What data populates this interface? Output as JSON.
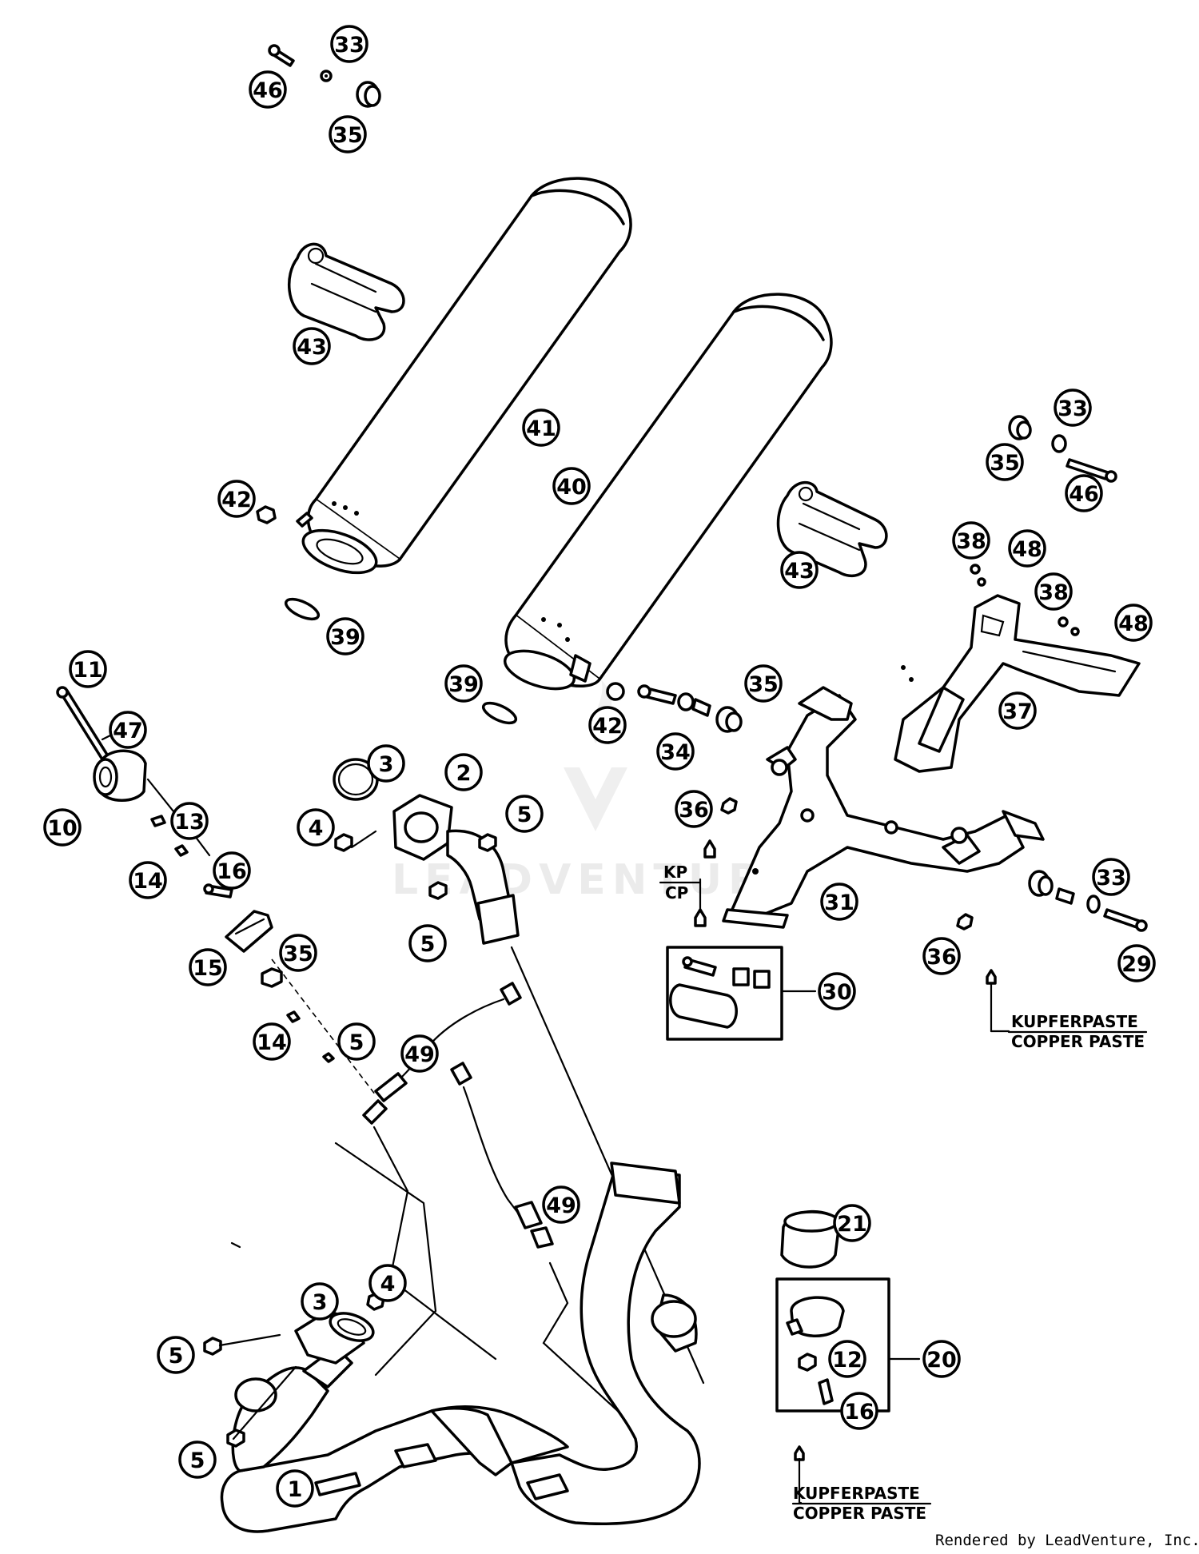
{
  "notes": {
    "kp": "KP",
    "cp": "CP",
    "kupferpaste": "KUPFERPASTE",
    "copper_paste": "COPPER PASTE"
  },
  "watermark": "LEADVENTURE",
  "credit": "Rendered by LeadVenture, Inc.",
  "callouts": [
    {
      "id": "c-33-top",
      "num": "33"
    },
    {
      "id": "c-46-top",
      "num": "46"
    },
    {
      "id": "c-35-top",
      "num": "35"
    },
    {
      "id": "c-43-left",
      "num": "43"
    },
    {
      "id": "c-41",
      "num": "41"
    },
    {
      "id": "c-40",
      "num": "40"
    },
    {
      "id": "c-42-left",
      "num": "42"
    },
    {
      "id": "c-39-left",
      "num": "39"
    },
    {
      "id": "c-33-right",
      "num": "33"
    },
    {
      "id": "c-35-right",
      "num": "35"
    },
    {
      "id": "c-46-right",
      "num": "46"
    },
    {
      "id": "c-43-right",
      "num": "43"
    },
    {
      "id": "c-38-upper",
      "num": "38"
    },
    {
      "id": "c-48-upper",
      "num": "48"
    },
    {
      "id": "c-38-lower",
      "num": "38"
    },
    {
      "id": "c-48-lower",
      "num": "48"
    },
    {
      "id": "c-37",
      "num": "37"
    },
    {
      "id": "c-11",
      "num": "11"
    },
    {
      "id": "c-47",
      "num": "47"
    },
    {
      "id": "c-10",
      "num": "10"
    },
    {
      "id": "c-13",
      "num": "13"
    },
    {
      "id": "c-14-upper",
      "num": "14"
    },
    {
      "id": "c-16-left",
      "num": "16"
    },
    {
      "id": "c-15",
      "num": "15"
    },
    {
      "id": "c-35-left",
      "num": "35"
    },
    {
      "id": "c-14-lower",
      "num": "14"
    },
    {
      "id": "c-5-left",
      "num": "5"
    },
    {
      "id": "c-3-upper",
      "num": "3"
    },
    {
      "id": "c-2",
      "num": "2"
    },
    {
      "id": "c-4-upper",
      "num": "4"
    },
    {
      "id": "c-5-upper",
      "num": "5"
    },
    {
      "id": "c-5-mid",
      "num": "5"
    },
    {
      "id": "c-39-mid",
      "num": "39"
    },
    {
      "id": "c-42-mid",
      "num": "42"
    },
    {
      "id": "c-35-mid",
      "num": "35"
    },
    {
      "id": "c-34",
      "num": "34"
    },
    {
      "id": "c-36-left",
      "num": "36"
    },
    {
      "id": "c-31",
      "num": "31"
    },
    {
      "id": "c-33-lower",
      "num": "33"
    },
    {
      "id": "c-36-right",
      "num": "36"
    },
    {
      "id": "c-29",
      "num": "29"
    },
    {
      "id": "c-30",
      "num": "30"
    },
    {
      "id": "c-49-left",
      "num": "49"
    },
    {
      "id": "c-49-right",
      "num": "49"
    },
    {
      "id": "c-21",
      "num": "21"
    },
    {
      "id": "c-20",
      "num": "20"
    },
    {
      "id": "c-12",
      "num": "12"
    },
    {
      "id": "c-16-right",
      "num": "16"
    },
    {
      "id": "c-3-lower",
      "num": "3"
    },
    {
      "id": "c-4-lower",
      "num": "4"
    },
    {
      "id": "c-5-bl-upper",
      "num": "5"
    },
    {
      "id": "c-5-bl-lower",
      "num": "5"
    },
    {
      "id": "c-1",
      "num": "1"
    }
  ]
}
